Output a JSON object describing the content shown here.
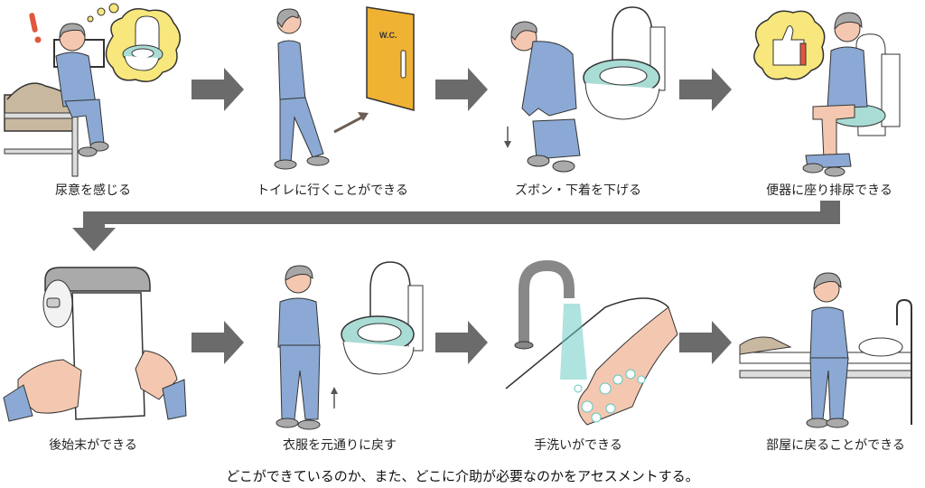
{
  "colors": {
    "arrow": "#6b6b6b",
    "pajama": "#8ba9d4",
    "skin": "#f4c7b0",
    "hair": "#a7a7a7",
    "toilet_seat": "#a9dcd5",
    "thought_bubble": "#f7e77c",
    "door": "#f0b233",
    "blanket": "#c9b8a0"
  },
  "steps": [
    {
      "id": 1,
      "label": "尿意を感じる",
      "icon": "person-on-bed-thinking-of-toilet"
    },
    {
      "id": 2,
      "label": "トイレに行くことができる",
      "icon": "person-walking-to-wc-door",
      "door_text": "W.C."
    },
    {
      "id": 3,
      "label": "ズボン・下着を下げる",
      "icon": "person-lowering-pants"
    },
    {
      "id": 4,
      "label": "便器に座り排尿できる",
      "icon": "person-sitting-on-toilet-thumbs-up"
    },
    {
      "id": 5,
      "label": "後始末ができる",
      "icon": "hands-pulling-toilet-paper"
    },
    {
      "id": 6,
      "label": "衣服を元通りに戻す",
      "icon": "person-pulling-up-pants"
    },
    {
      "id": 7,
      "label": "手洗いができる",
      "icon": "hands-washing-under-faucet"
    },
    {
      "id": 8,
      "label": "部屋に戻ることができる",
      "icon": "person-sitting-on-bed"
    }
  ],
  "footer": "どこができているのか、また、どこに介助が必要なのかをアセスメントする。"
}
